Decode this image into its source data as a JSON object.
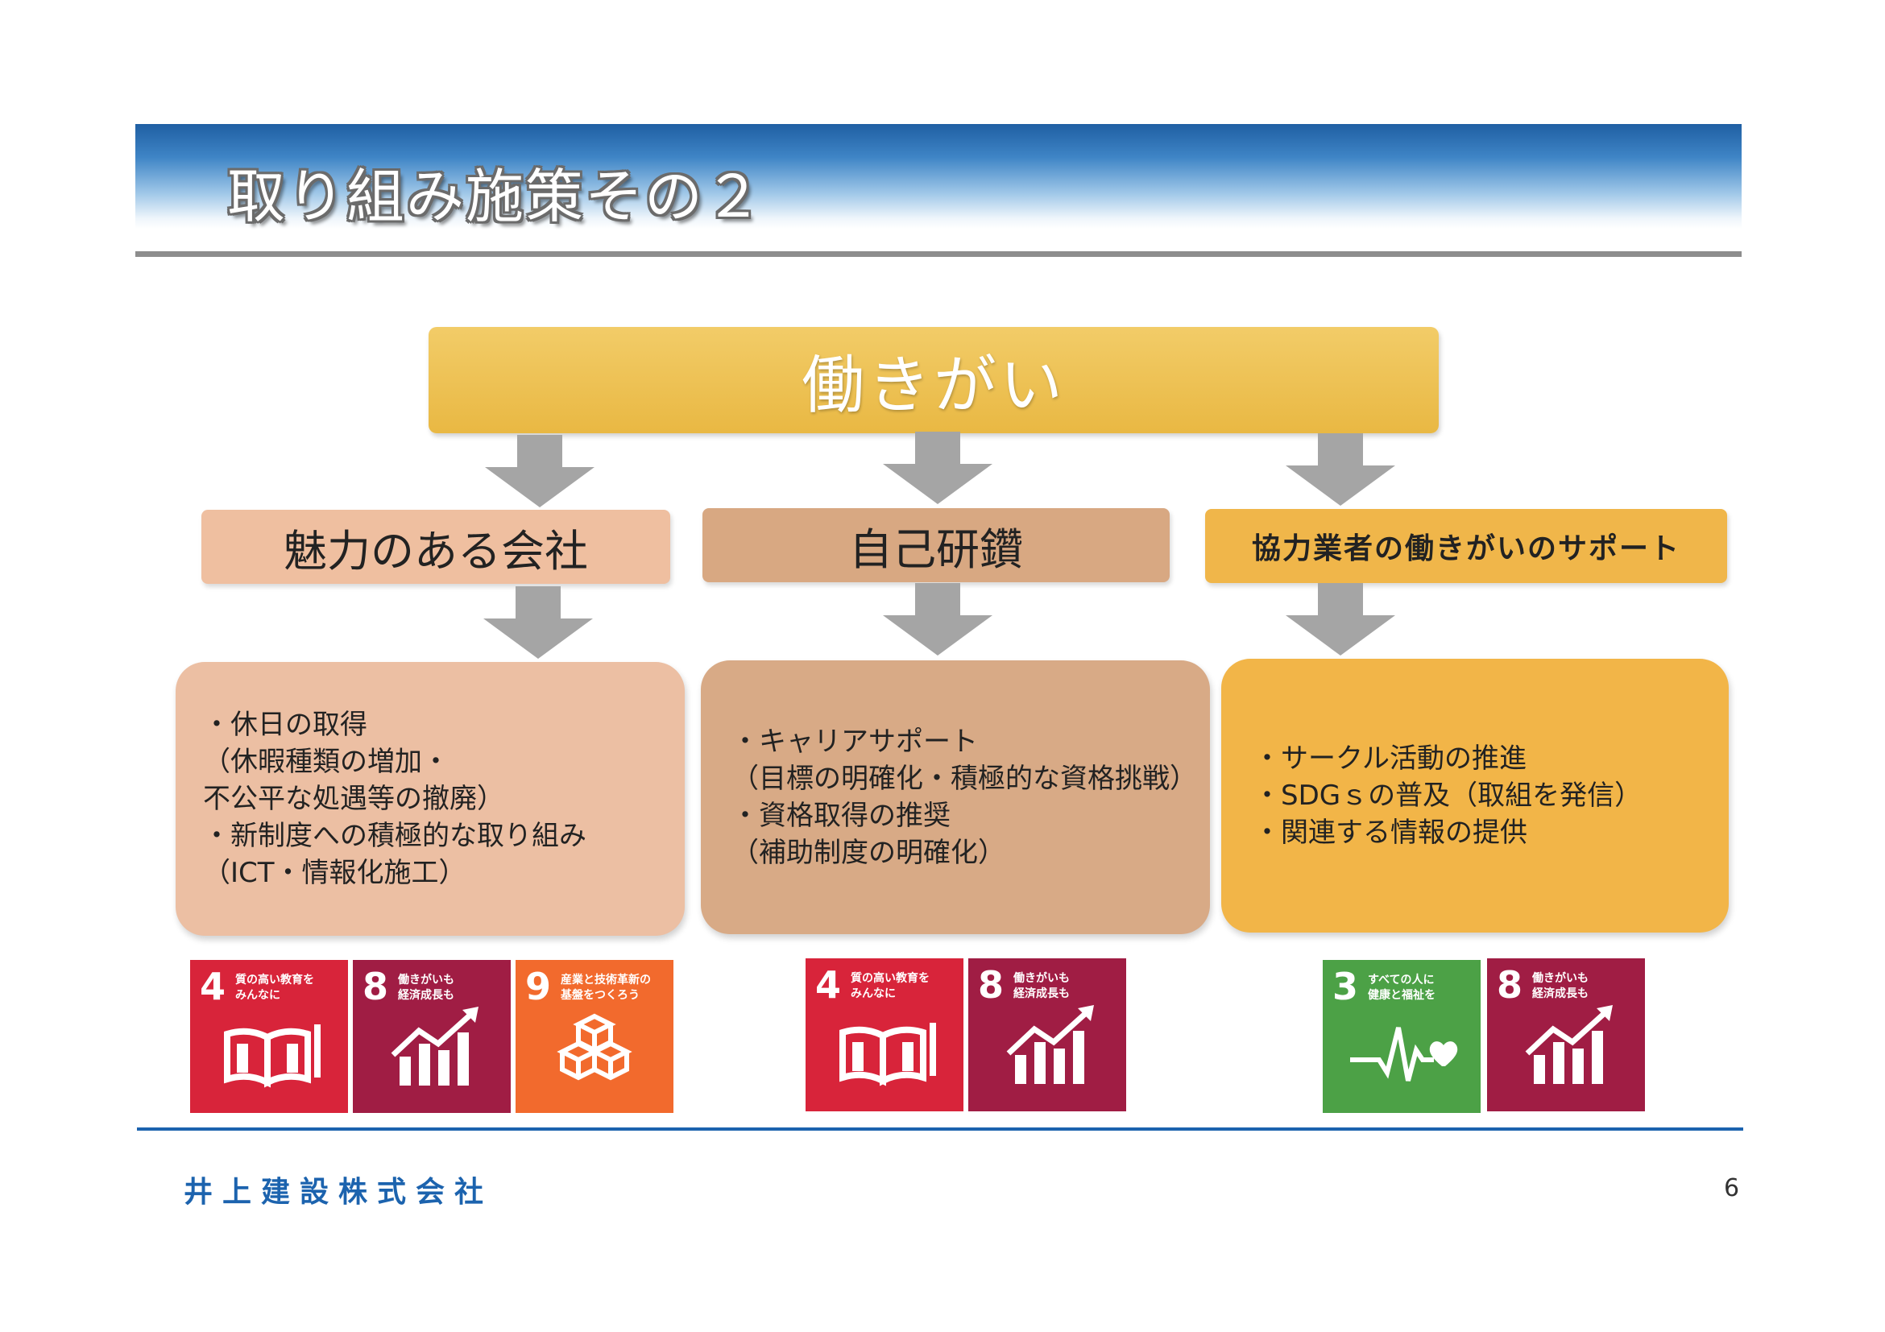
{
  "title": "取り組み施策その２",
  "top": {
    "label": "働きがい"
  },
  "categories": [
    {
      "label": "魅力のある会社"
    },
    {
      "label": "自己研鑽"
    },
    {
      "label": "協力業者の働きがいのサポート"
    }
  ],
  "details": [
    {
      "lines": [
        "・休日の取得",
        "（休暇種類の増加・",
        "不公平な処遇等の撤廃）",
        "・新制度への積極的な取り組み",
        "（ICT・情報化施工）"
      ]
    },
    {
      "lines": [
        "・キャリアサポート",
        "（目標の明確化・積極的な資格挑戦）",
        "・資格取得の推奨",
        "（補助制度の明確化）"
      ]
    },
    {
      "lines": [
        "・サークル活動の推進",
        "・SDGｓの普及（取組を発信）",
        "・関連する情報の提供"
      ]
    }
  ],
  "sdg_icons": [
    {
      "number": "4",
      "text": "質の高い教育を\nみんなに",
      "color": "#d8243a",
      "icon": "book-icon"
    },
    {
      "number": "8",
      "text": "働きがいも\n経済成長も",
      "color": "#a01d44",
      "icon": "growth-chart-icon"
    },
    {
      "number": "9",
      "text": "産業と技術革新の\n基盤をつくろう",
      "color": "#f26a2d",
      "icon": "cubes-icon"
    },
    {
      "number": "4",
      "text": "質の高い教育を\nみんなに",
      "color": "#d8243a",
      "icon": "book-icon"
    },
    {
      "number": "8",
      "text": "働きがいも\n経済成長も",
      "color": "#a01d44",
      "icon": "growth-chart-icon"
    },
    {
      "number": "3",
      "text": "すべての人に\n健康と福祉を",
      "color": "#4ca146",
      "icon": "heartbeat-icon"
    },
    {
      "number": "8",
      "text": "働きがいも\n経済成長も",
      "color": "#a01d44",
      "icon": "growth-chart-icon"
    }
  ],
  "footer": {
    "company": "井上建設株式会社",
    "page": "6"
  }
}
